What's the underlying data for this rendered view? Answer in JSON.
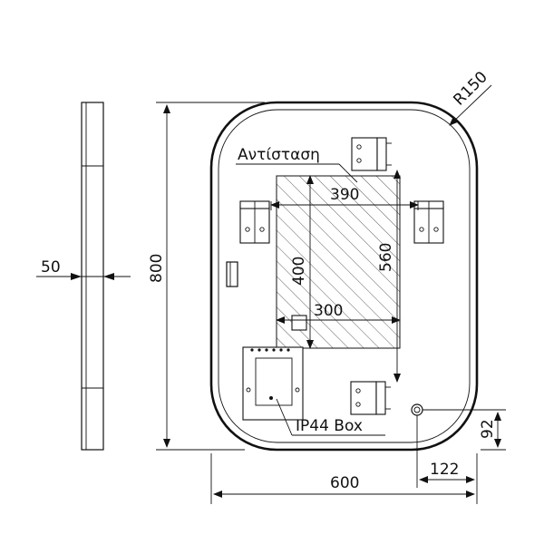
{
  "labels": {
    "resistor": "Αντίσταση",
    "box": "IP44  Box"
  },
  "dimensions": {
    "thickness": "50",
    "height": "800",
    "width": "600",
    "radius": "R150",
    "heater_width": "390",
    "heater_height": "400",
    "bracket_span": "560",
    "inner_width": "300",
    "outlet_y": "92",
    "outlet_x": "122"
  }
}
